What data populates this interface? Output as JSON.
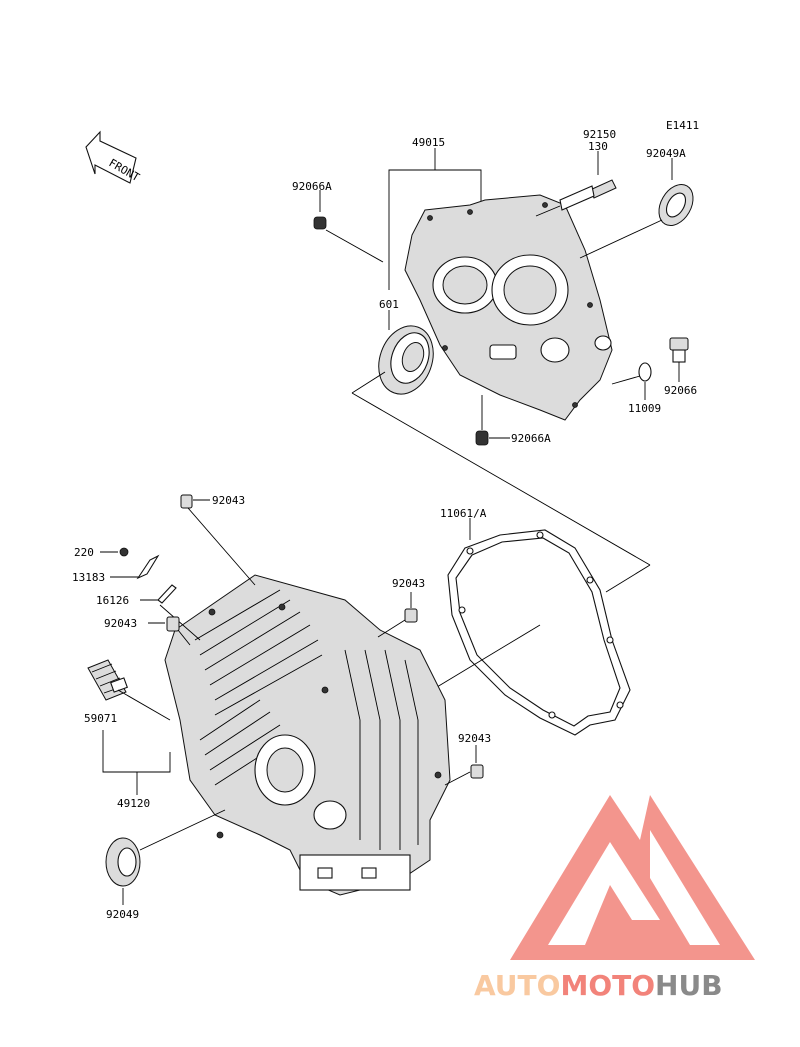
{
  "diagram": {
    "code": "E1411",
    "front_label": "FRONT",
    "parts": {
      "p49015": "49015",
      "p92150": "92150",
      "p130": "130",
      "p92049A": "92049A",
      "p92066A_top": "92066A",
      "p601": "601",
      "p92066": "92066",
      "p11009": "11009",
      "p92066A_bottom": "92066A",
      "p92043_top": "92043",
      "p11061A": "11061/A",
      "p220": "220",
      "p13183": "13183",
      "p16126": "16126",
      "p92043_left": "92043",
      "p92043_mid": "92043",
      "p59071": "59071",
      "p92043_right": "92043",
      "p49120": "49120",
      "p92049": "92049"
    }
  },
  "watermark": {
    "part1": "AUTO",
    "part2": "MOTO",
    "part3": "HUB",
    "color_light": "#f9c9a0",
    "color_mid": "#f2837a",
    "color_dark": "#8a8a8a"
  }
}
